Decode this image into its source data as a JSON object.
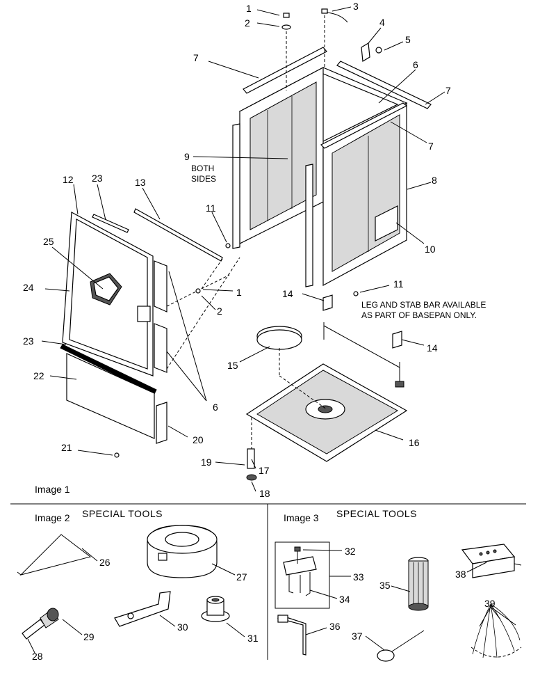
{
  "callouts": [
    "1",
    "2",
    "3",
    "4",
    "5",
    "6",
    "7",
    "8",
    "9",
    "10",
    "11",
    "12",
    "13",
    "14",
    "15",
    "16",
    "17",
    "18",
    "19",
    "20",
    "21",
    "22",
    "23",
    "24",
    "25",
    "26",
    "27",
    "28",
    "29",
    "30",
    "31",
    "32",
    "33",
    "34",
    "35",
    "36",
    "37",
    "38",
    "39"
  ],
  "notes": {
    "both_sides_line1": "BOTH",
    "both_sides_line2": "SIDES",
    "leg_note_line1": "LEG AND STAB BAR AVAILABLE",
    "leg_note_line2": "AS PART OF BASEPAN ONLY."
  },
  "captions": {
    "image1": "Image 1",
    "image2": "Image 2",
    "image3": "Image 3",
    "special_tools": "SPECIAL  TOOLS"
  }
}
